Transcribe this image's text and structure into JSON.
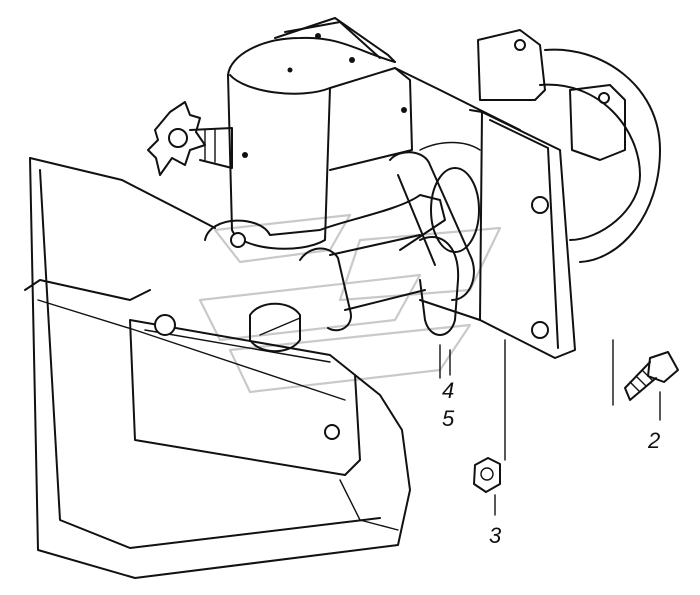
{
  "callouts": [
    {
      "id": "2",
      "label": "2"
    },
    {
      "id": "3",
      "label": "3"
    },
    {
      "id": "4",
      "label": "4"
    },
    {
      "id": "5",
      "label": "5"
    }
  ],
  "colors": {
    "line": "#111111",
    "background": "#ffffff",
    "watermark": "#c9c9c9"
  }
}
